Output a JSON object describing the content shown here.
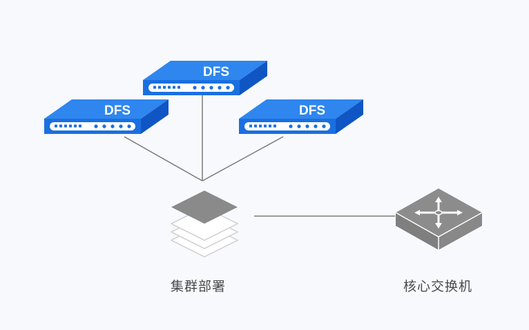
{
  "servers": [
    {
      "label": "DFS"
    },
    {
      "label": "DFS"
    },
    {
      "label": "DFS"
    }
  ],
  "cluster": {
    "label": "集群部署"
  },
  "switch": {
    "label": "核心交换机"
  },
  "colors": {
    "server_blue": "#1a6fe0",
    "server_dark": "#0f56c4",
    "gray": "#8c8c8c",
    "line": "#7a7a7a"
  }
}
